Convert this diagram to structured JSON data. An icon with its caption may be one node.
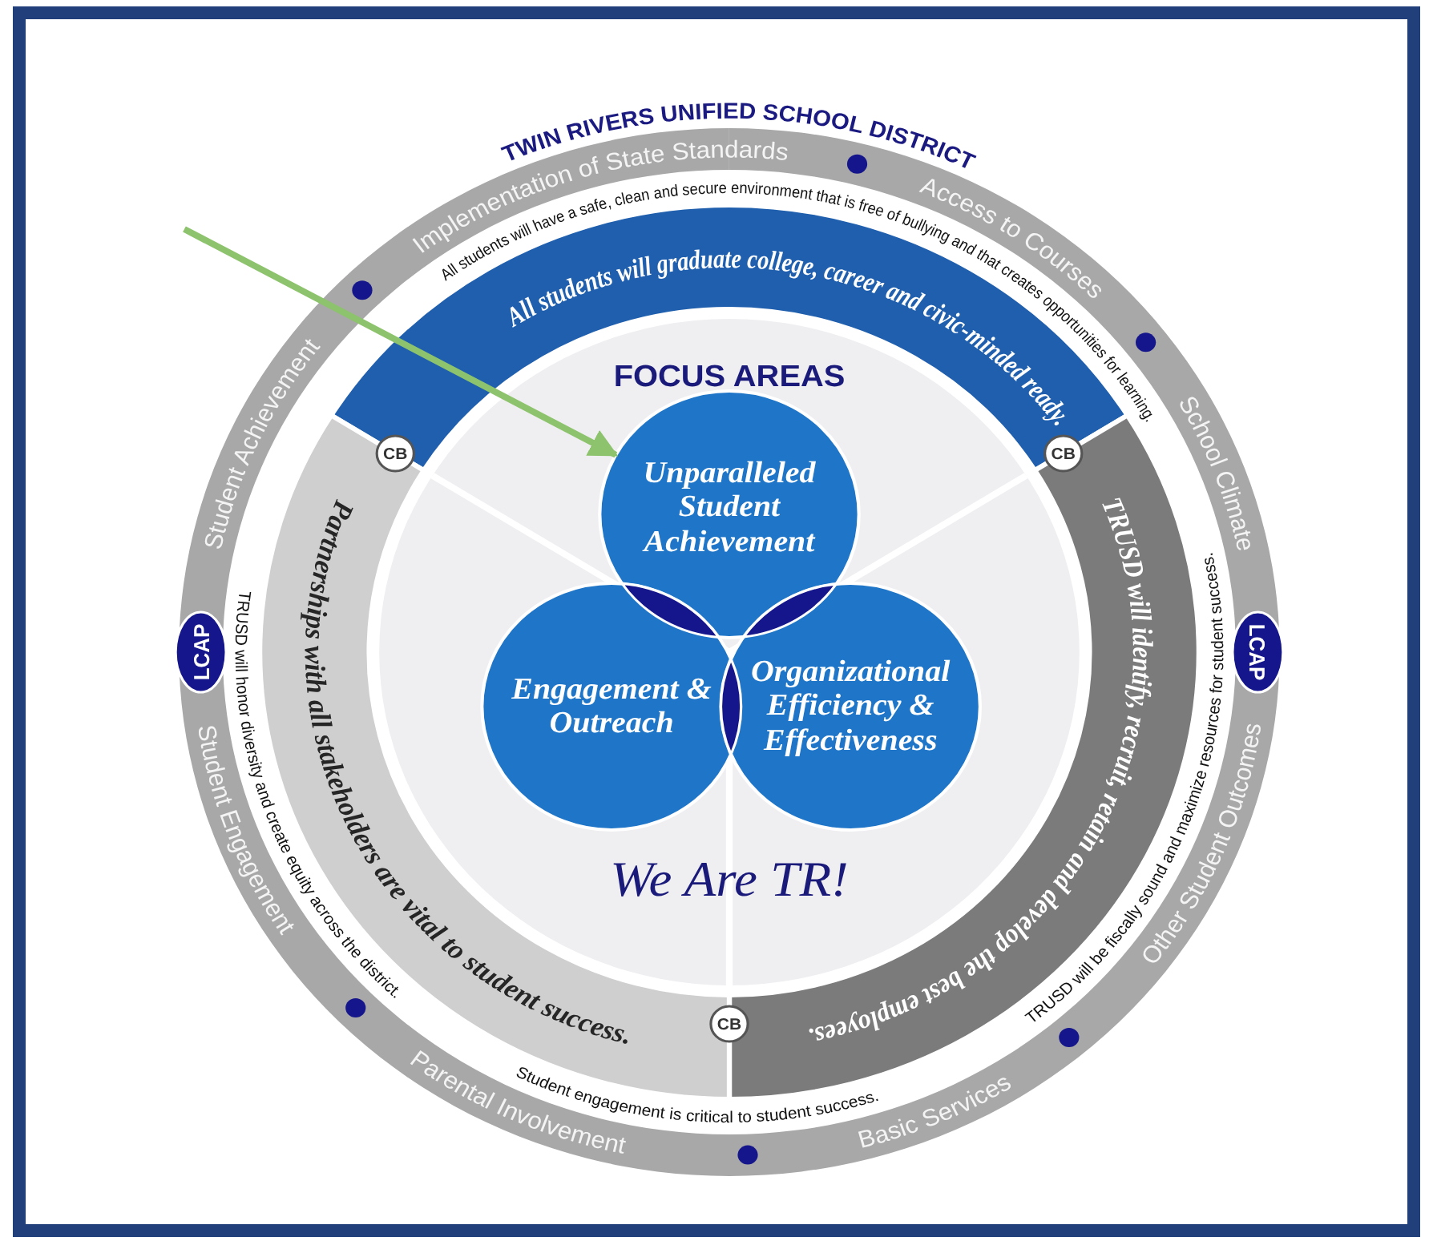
{
  "diagram": {
    "title": "TWIN RIVERS UNIFIED SCHOOL DISTRICT",
    "nodes": [
      {
        "text": [
          "Implementation of State Standards",
          "Access to Courses",
          "School Climate",
          "Other Student Outcomes",
          "Basic Services",
          "Parental Involvement",
          "Student Engagement",
          "Student Achievement"
        ]
      },
      {
        "text": [
          "LCAP"
        ],
        "in": 0
      },
      {
        "text": [
          "LCAP"
        ],
        "in": 0
      },
      {
        "text": [
          "All students will graduate college, career and civic-minded ready."
        ]
      },
      {
        "text": [
          "TRUSD will identify, recruit, retain and develop the best employees."
        ]
      },
      {
        "text": [
          "Partnerships with all stakeholders are vital to student success."
        ]
      },
      {
        "text": [
          "Unparalleled Student Achievement"
        ]
      },
      {
        "text": [
          "Engagement & Outreach"
        ]
      },
      {
        "text": [
          "Organizational Efficiency & Effectiveness"
        ]
      }
    ],
    "edges": [
      {
        "from": null,
        "to": 6,
        "arrow": "to",
        "color": "#8dc36c"
      }
    ],
    "labels": [
      "All students will have a safe, clean and secure environment that is free of bullying and that creates opportunities for learning.",
      "CB",
      "CB",
      "FOCUS AREAS",
      "TRUSD will honor diversity and create equity across the district.",
      "TRUSD will be fiscally sound and maximize resources for student success.",
      "We Are TR!",
      "CB",
      "Student engagement is critical to student success."
    ]
  }
}
